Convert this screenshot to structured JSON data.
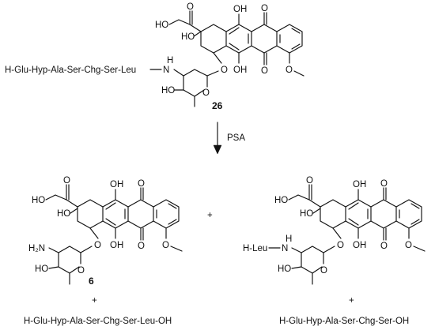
{
  "scheme": {
    "top": {
      "compound_number": "26",
      "peptide_label": "H-Glu-Hyp-Ala-Ser-Chg-Ser-Leu",
      "atoms": {
        "ho_side": "HO",
        "ho_ring": "HO",
        "oh_top": "OH",
        "oh_bottom": "OH",
        "o_top": "O",
        "o_bottom": "O",
        "o_ketone": "O",
        "o_glycosidic": "O",
        "o_sugar": "O",
        "o_methoxy": "O",
        "nh": "N",
        "h": "H",
        "ho_sugar": "HO"
      }
    },
    "arrow": {
      "label": "PSA"
    },
    "left_product": {
      "compound_number": "6",
      "amine": "H₂N",
      "byproduct": "H-Glu-Hyp-Ala-Ser-Chg-Ser-Leu-OH",
      "plus_between": "+",
      "plus_below": "+",
      "atoms": {
        "ho_side": "HO",
        "ho_ring": "HO",
        "oh_top": "OH",
        "oh_bottom": "OH",
        "o_top": "O",
        "o_bottom": "O",
        "o_ketone": "O",
        "o_glycosidic": "O",
        "o_sugar": "O",
        "o_methoxy": "O",
        "ho_sugar": "HO"
      }
    },
    "right_product": {
      "amine_prefix": "H-Leu",
      "byproduct": "H-Glu-Hyp-Ala-Ser-Chg-Ser-OH",
      "plus_below": "+",
      "atoms": {
        "ho_side": "HO",
        "ho_ring": "HO",
        "oh_top": "OH",
        "oh_bottom": "OH",
        "o_top": "O",
        "o_bottom": "O",
        "o_ketone": "O",
        "o_glycosidic": "O",
        "o_sugar": "O",
        "o_methoxy": "O",
        "nh": "N",
        "h": "H",
        "ho_sugar": "HO"
      }
    }
  }
}
